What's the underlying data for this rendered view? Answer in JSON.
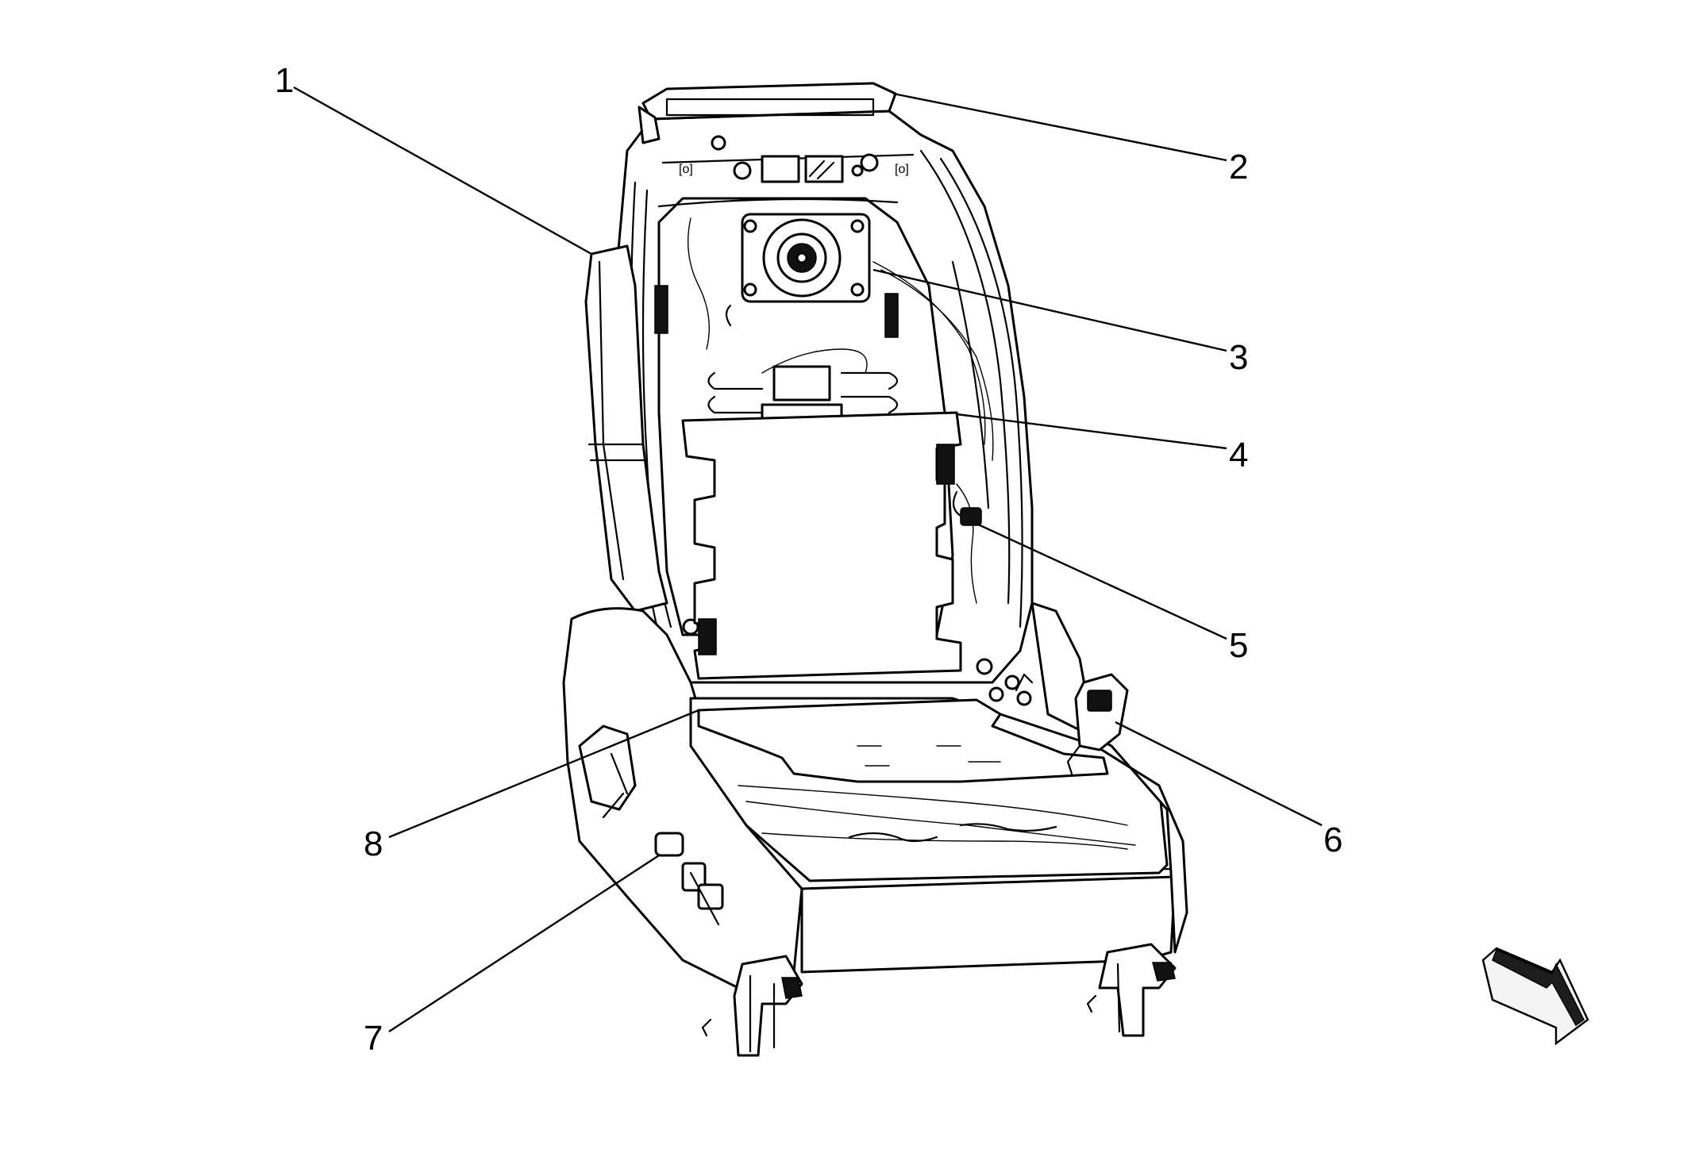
{
  "callouts": [
    {
      "id": "1",
      "label": "1"
    },
    {
      "id": "2",
      "label": "2"
    },
    {
      "id": "3",
      "label": "3"
    },
    {
      "id": "4",
      "label": "4"
    },
    {
      "id": "5",
      "label": "5"
    },
    {
      "id": "6",
      "label": "6"
    },
    {
      "id": "7",
      "label": "7"
    },
    {
      "id": "8",
      "label": "8"
    }
  ],
  "icons": {
    "orientation": "front-direction-arrow-icon"
  }
}
